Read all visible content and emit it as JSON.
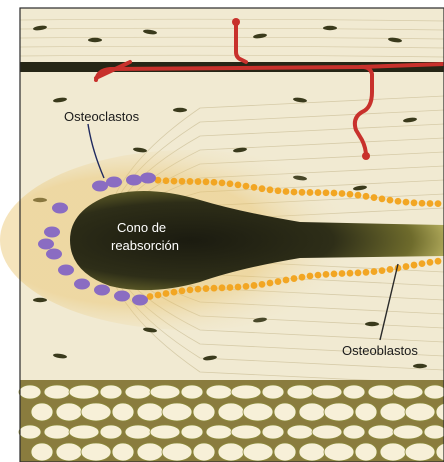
{
  "labels": {
    "osteoclasts": "Osteoclastos",
    "cone": [
      "Cono de",
      "reabsorción"
    ],
    "osteoblasts": "Osteoblastos"
  },
  "colors": {
    "bone_matrix": "#f1ead2",
    "lamella_line": "#d6cba8",
    "osteocyte": "#3a3a1c",
    "vessel": "#c8312c",
    "osteoclast": "#8a6cc2",
    "osteoblast": "#f2a623",
    "cone_core": "#1e1e12",
    "cone_halo": "#8c8a3c",
    "spongy_bg": "#8a7c3e",
    "spongy_mesh": "#f7f0d8",
    "frame": "#2a2a2a"
  }
}
